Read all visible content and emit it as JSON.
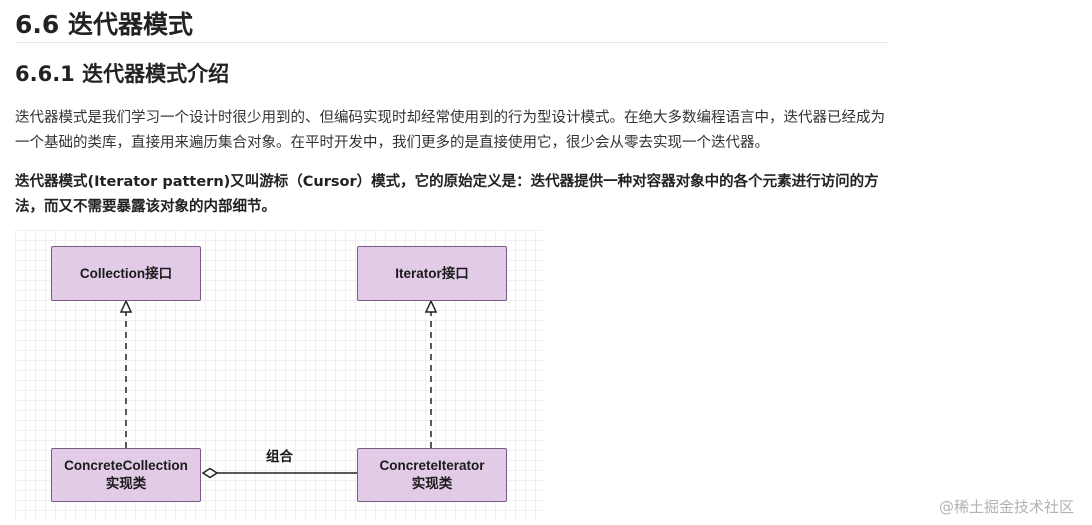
{
  "heading1": "6.6 迭代器模式",
  "heading2": "6.6.1 迭代器模式介绍",
  "paragraph1": "迭代器模式是我们学习一个设计时很少用到的、但编码实现时却经常使用到的行为型设计模式。在绝大多数编程语言中，迭代器已经成为一个基础的类库，直接用来遍历集合对象。在平时开发中，我们更多的是直接使用它，很少会从零去实现一个迭代器。",
  "paragraph2": "迭代器模式(Iterator pattern)又叫游标（Cursor）模式，它的原始定义是：迭代器提供一种对容器对象中的各个元素进行访问的方法，而又不需要暴露该对象的内部细节。",
  "diagram": {
    "boxes": {
      "collection_interface": "Collection接口",
      "iterator_interface": "Iterator接口",
      "concrete_collection": {
        "line1": "ConcreteCollection",
        "line2": "实现类"
      },
      "concrete_iterator": {
        "line1": "ConcreteIterator",
        "line2": "实现类"
      }
    },
    "composition_label": "组合",
    "colors": {
      "box_fill": "#e1cbe6",
      "box_border": "#7a5a84",
      "edge": "#222222"
    }
  },
  "watermark": "@稀土掘金技术社区"
}
